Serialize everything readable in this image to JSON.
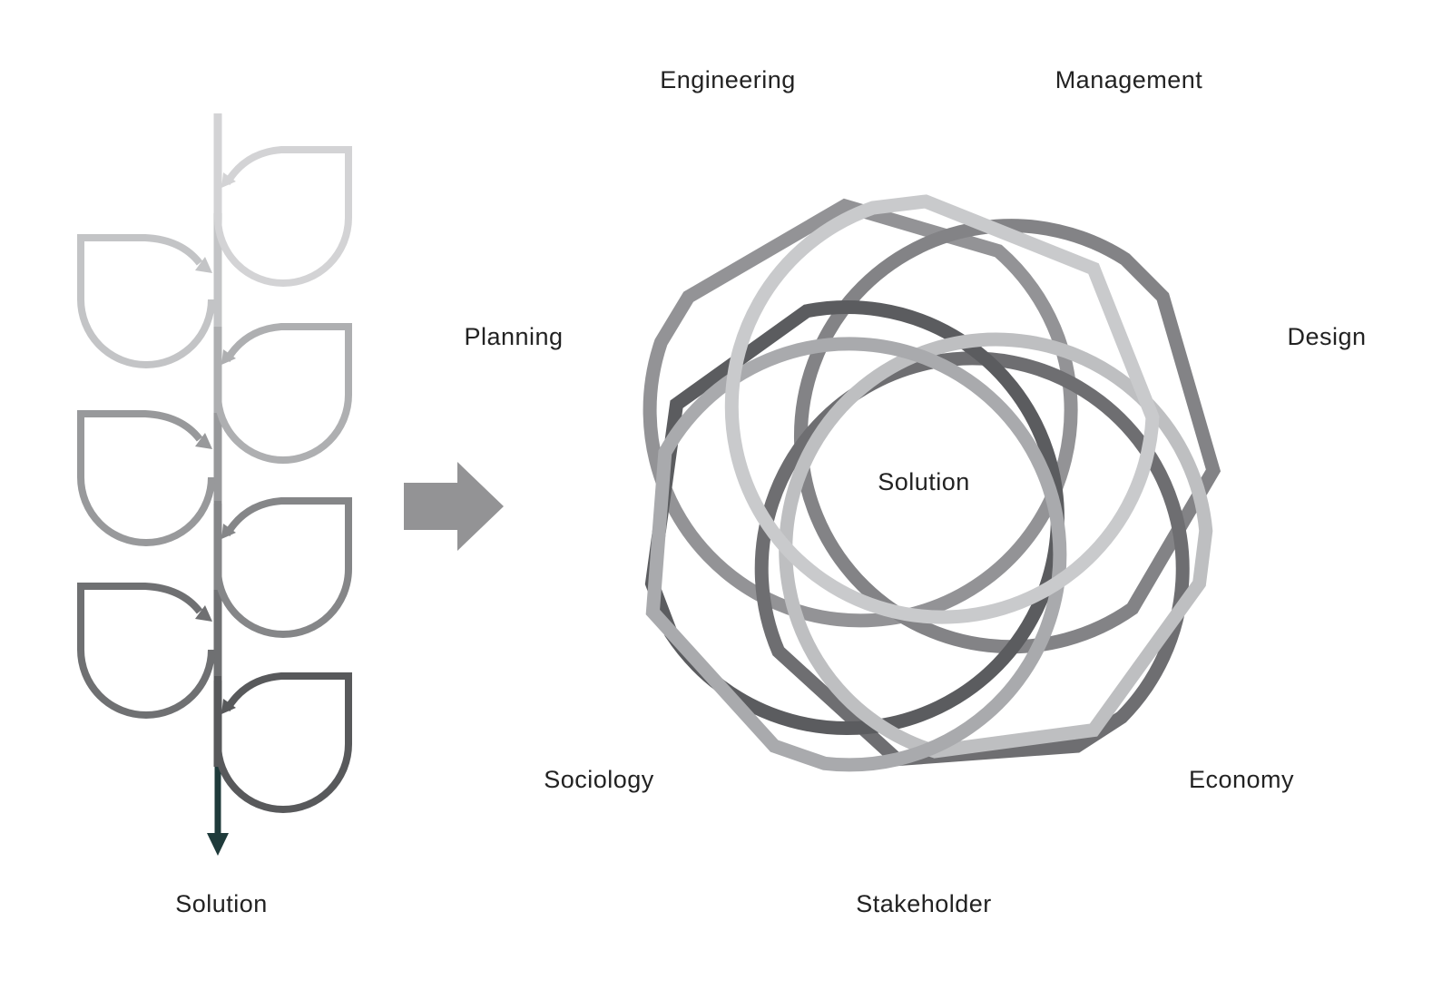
{
  "left_process": {
    "result_label": "Solution"
  },
  "right_process": {
    "center_label": "Solution",
    "disciplines": [
      {
        "label": "Engineering",
        "color": "#939396"
      },
      {
        "label": "Management",
        "color": "#838386"
      },
      {
        "label": "Design",
        "color": "#6e6e71"
      },
      {
        "label": "Economy",
        "color": "#5b5c5f"
      },
      {
        "label": "Stakeholder",
        "color": "#c9cacc"
      },
      {
        "label": "Sociology",
        "color": "#bebfc1"
      },
      {
        "label": "Planning",
        "color": "#a9aaad"
      }
    ]
  },
  "colors": {
    "transition_arrow": "#939395",
    "solution_arrow": "#1f3b3b",
    "stage_colors": [
      "#d3d3d5",
      "#c3c4c6",
      "#aeafb1",
      "#98999b",
      "#858688",
      "#6f7072",
      "#58595b"
    ]
  }
}
